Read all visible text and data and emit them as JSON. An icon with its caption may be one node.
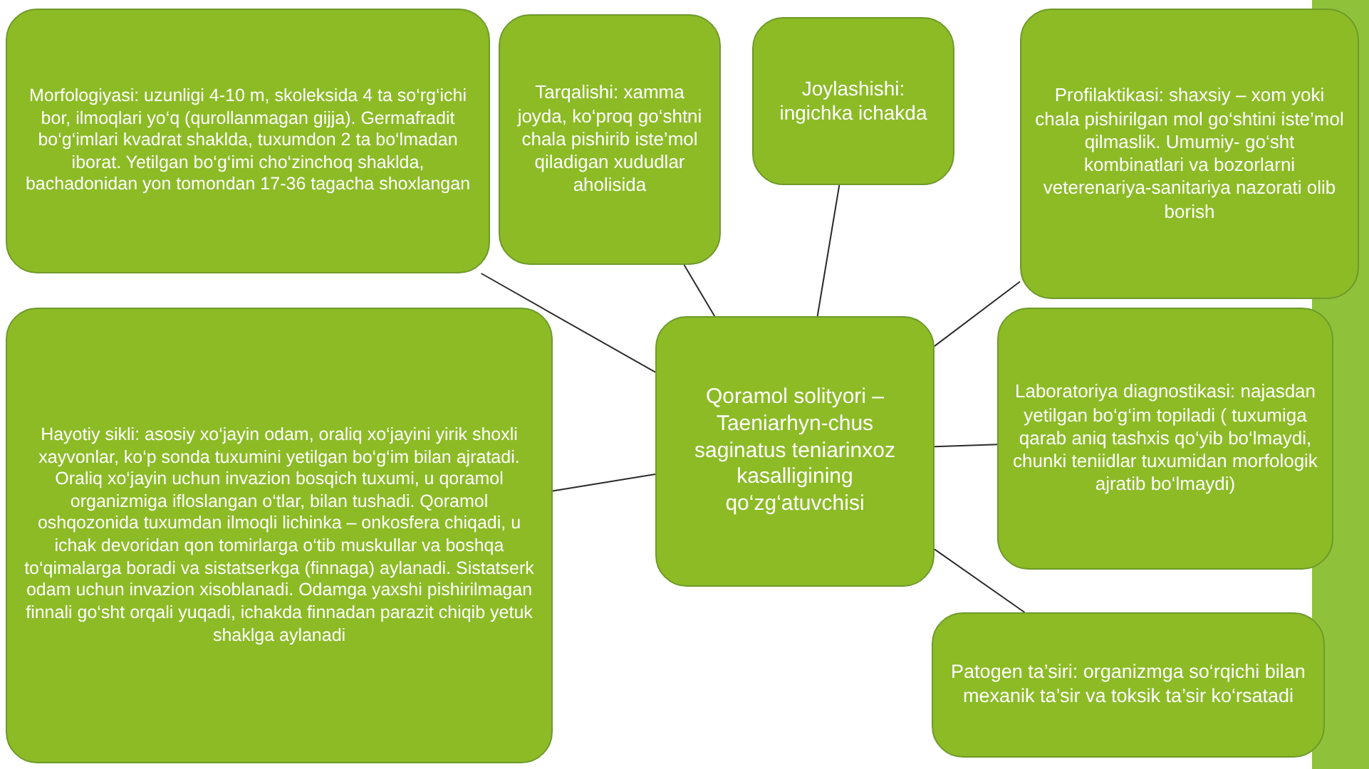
{
  "diagram": {
    "nodes": [
      {
        "text": [
          "Morfologiyasi: uzunligi 4-10 m, skoleksida 4 ta so‘rg‘ichi bor, ilmoqlari yo‘q (qurollanmagan gijja). Germafradit bo‘g‘imlari kvadrat shaklda, tuxumdon 2 ta bo‘lmadan iborat. Yetilgan bo‘g‘imi cho‘zinchoq shaklda, bachadonidan yon tomondan 17-36 tagacha shoxlangan"
        ]
      },
      {
        "text": [
          "Tarqalishi: xamma joyda, ko‘proq go‘shtni chala pishirib iste’mol qiladigan xududlar aholisida"
        ]
      },
      {
        "text": [
          "Joylashishi: ingichka ichakda"
        ]
      },
      {
        "text": [
          "Profilaktikasi: shaxsiy – xom yoki chala pishirilgan mol go‘shtini iste’mol qilmaslik. Umumiy- go‘sht kombinatlari va bozorlarni veterenariya-sanitariya nazorati olib borish"
        ]
      },
      {
        "text": [
          "Hayotiy sikli: asosiy xo‘jayin odam, oraliq xo‘jayini yirik shoxli xayvonlar, ko‘p sonda tuxumini yetilgan bo‘g‘im bilan ajratadi. Oraliq xo‘jayin uchun invazion bosqich tuxumi, u qoramol organizmiga ifloslangan o‘tlar, bilan tushadi. Qoramol oshqozonida tuxumdan ilmoqli lichinka – onkosfera chiqadi, u ichak devoridan qon tomirlarga o‘tib muskullar va boshqa to‘qimalarga boradi va sistatserkga (finnaga) aylanadi. Sistatserk odam uchun invazion xisoblanadi. Odamga yaxshi pishirilmagan finnali go‘sht orqali yuqadi, ichakda finnadan parazit chiqib yetuk shaklga aylanadi"
        ]
      },
      {
        "text": [
          "Qoramol solityori – Taeniarhyn-chus saginatus teniarinxoz kasalligining qo‘zg‘atuvchisi"
        ]
      },
      {
        "text": [
          "Laboratoriya diagnostikasi: najasdan yetilgan bo‘g‘im topiladi ( tuxumiga qarab aniq tashxis qo‘yib bo‘lmaydi, chunki teniidlar tuxumidan morfologik ajratib bo‘lmaydi)"
        ]
      },
      {
        "text": [
          "Patogen ta’siri: organizmga so‘rqichi bilan mexanik ta’sir va toksik ta’sir ko‘rsatadi"
        ]
      }
    ],
    "edges": [
      {
        "from": 5,
        "to": 0,
        "arrow": "none"
      },
      {
        "from": 5,
        "to": 1,
        "arrow": "none"
      },
      {
        "from": 5,
        "to": 2,
        "arrow": "none"
      },
      {
        "from": 5,
        "to": 3,
        "arrow": "none"
      },
      {
        "from": 5,
        "to": 4,
        "arrow": "none"
      },
      {
        "from": 5,
        "to": 6,
        "arrow": "none"
      },
      {
        "from": 5,
        "to": 7,
        "arrow": "none"
      }
    ]
  }
}
